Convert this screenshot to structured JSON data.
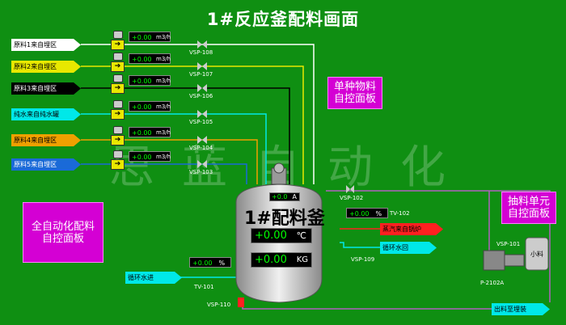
{
  "title": "1#反应釜配料画面",
  "watermark": "思蓝自动化",
  "colors": {
    "background": "#0f8f12",
    "accent_panel": "#d400d4"
  },
  "feed_lines": [
    {
      "label": "原料1来自埋区",
      "color": "#ffffff",
      "text_color": "#000000",
      "flow": "+0.00",
      "unit": "m3/h",
      "valve": "VSP-108"
    },
    {
      "label": "原料2来自埋区",
      "color": "#e8e800",
      "text_color": "#000000",
      "flow": "+0.00",
      "unit": "m3/h",
      "valve": "VSP-107"
    },
    {
      "label": "原料3来自埋区",
      "color": "#000000",
      "text_color": "#ffffff",
      "flow": "+0.00",
      "unit": "m3/h",
      "valve": "VSP-106"
    },
    {
      "label": "纯水来自纯水罐",
      "color": "#00e8e8",
      "text_color": "#000000",
      "flow": "+0.00",
      "unit": "m3/h",
      "valve": "VSP-105"
    },
    {
      "label": "原料4来自埋区",
      "color": "#f0a000",
      "text_color": "#000000",
      "flow": "+0.00",
      "unit": "m3/h",
      "valve": "VSP-104"
    },
    {
      "label": "原料5来自埋区",
      "color": "#1a6ad8",
      "text_color": "#ffffff",
      "flow": "+0.00",
      "unit": "m3/h",
      "valve": "VSP-103"
    }
  ],
  "panels": {
    "single": "单种物料自控面板",
    "pump": "抽料单元自控面板",
    "full": "全自动化配料自控面板"
  },
  "reactor": {
    "name": "1#配料釜",
    "agitator": "+0.0",
    "agitator_unit": "A",
    "temp": "+0.00",
    "temp_unit": "℃",
    "weight": "+0.00",
    "weight_unit": "KG"
  },
  "right_side": {
    "vsp102": "VSP-102",
    "tv102": "TV-102",
    "tv102_val": "+0.00",
    "tv102_unit": "%",
    "steam": "蒸汽来自锅炉",
    "circ_water": "循环水回",
    "vsp109": "VSP-109",
    "vsp101": "VSP-101",
    "pump": "P-2102A",
    "tank": "小料"
  },
  "bottom": {
    "circ_in": "循环水进",
    "tv101_val": "+0.00",
    "tv101_unit": "%",
    "tv101": "TV-101",
    "vsp110": "VSP-110",
    "out": "出料至埋装"
  }
}
